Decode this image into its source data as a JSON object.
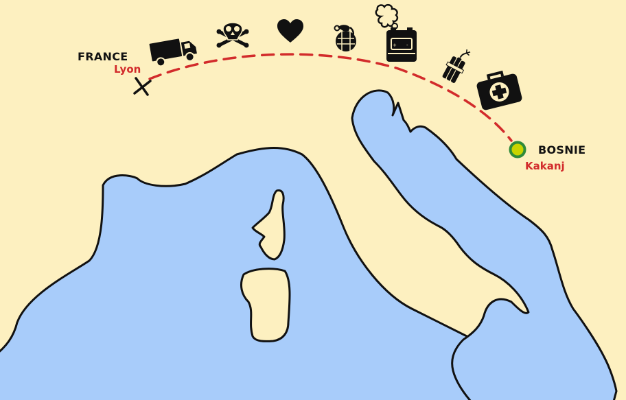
{
  "colors": {
    "land": "#FDF0C0",
    "sea": "#A8CCFA",
    "outline": "#111111",
    "route": "#D22B2B",
    "country_text": "#111111",
    "city_text": "#D22B2B",
    "destination_fill": "#C8D400",
    "destination_ring": "#2E8B3A"
  },
  "origin": {
    "country": "FRANCE",
    "city": "Lyon",
    "marker_icon": "cross-mark-icon"
  },
  "destination": {
    "country": "BOSNIE",
    "city": "Kakanj",
    "marker_icon": "destination-dot-icon"
  },
  "route": {
    "style": "dashed",
    "icons": [
      "truck-icon",
      "skull-crossbones-icon",
      "heart-icon",
      "grenade-icon",
      "smoking-car-battery-icon",
      "dynamite-icon",
      "first-aid-kit-icon"
    ]
  }
}
